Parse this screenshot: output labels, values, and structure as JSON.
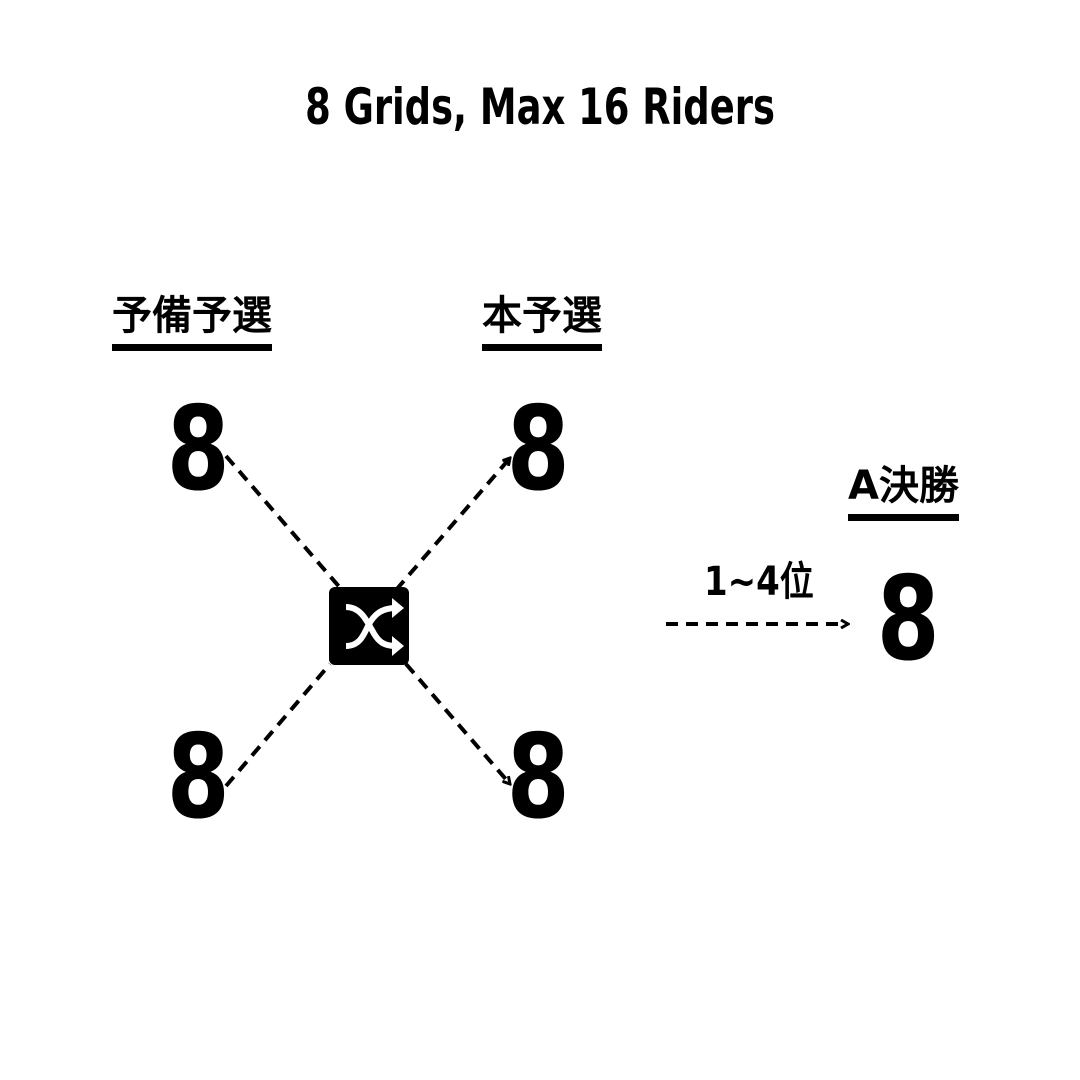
{
  "title": "8 Grids, Max 16 Riders",
  "stages": {
    "prelim": "予備予選",
    "main": "本予選",
    "final": "A決勝"
  },
  "counts": {
    "prelim_top": "8",
    "prelim_bottom": "8",
    "main_top": "8",
    "main_bottom": "8",
    "final": "8"
  },
  "advance_label": "1~4位",
  "icons": {
    "shuffle": "shuffle-icon"
  },
  "colors": {
    "ink": "#000000",
    "background": "#ffffff"
  }
}
